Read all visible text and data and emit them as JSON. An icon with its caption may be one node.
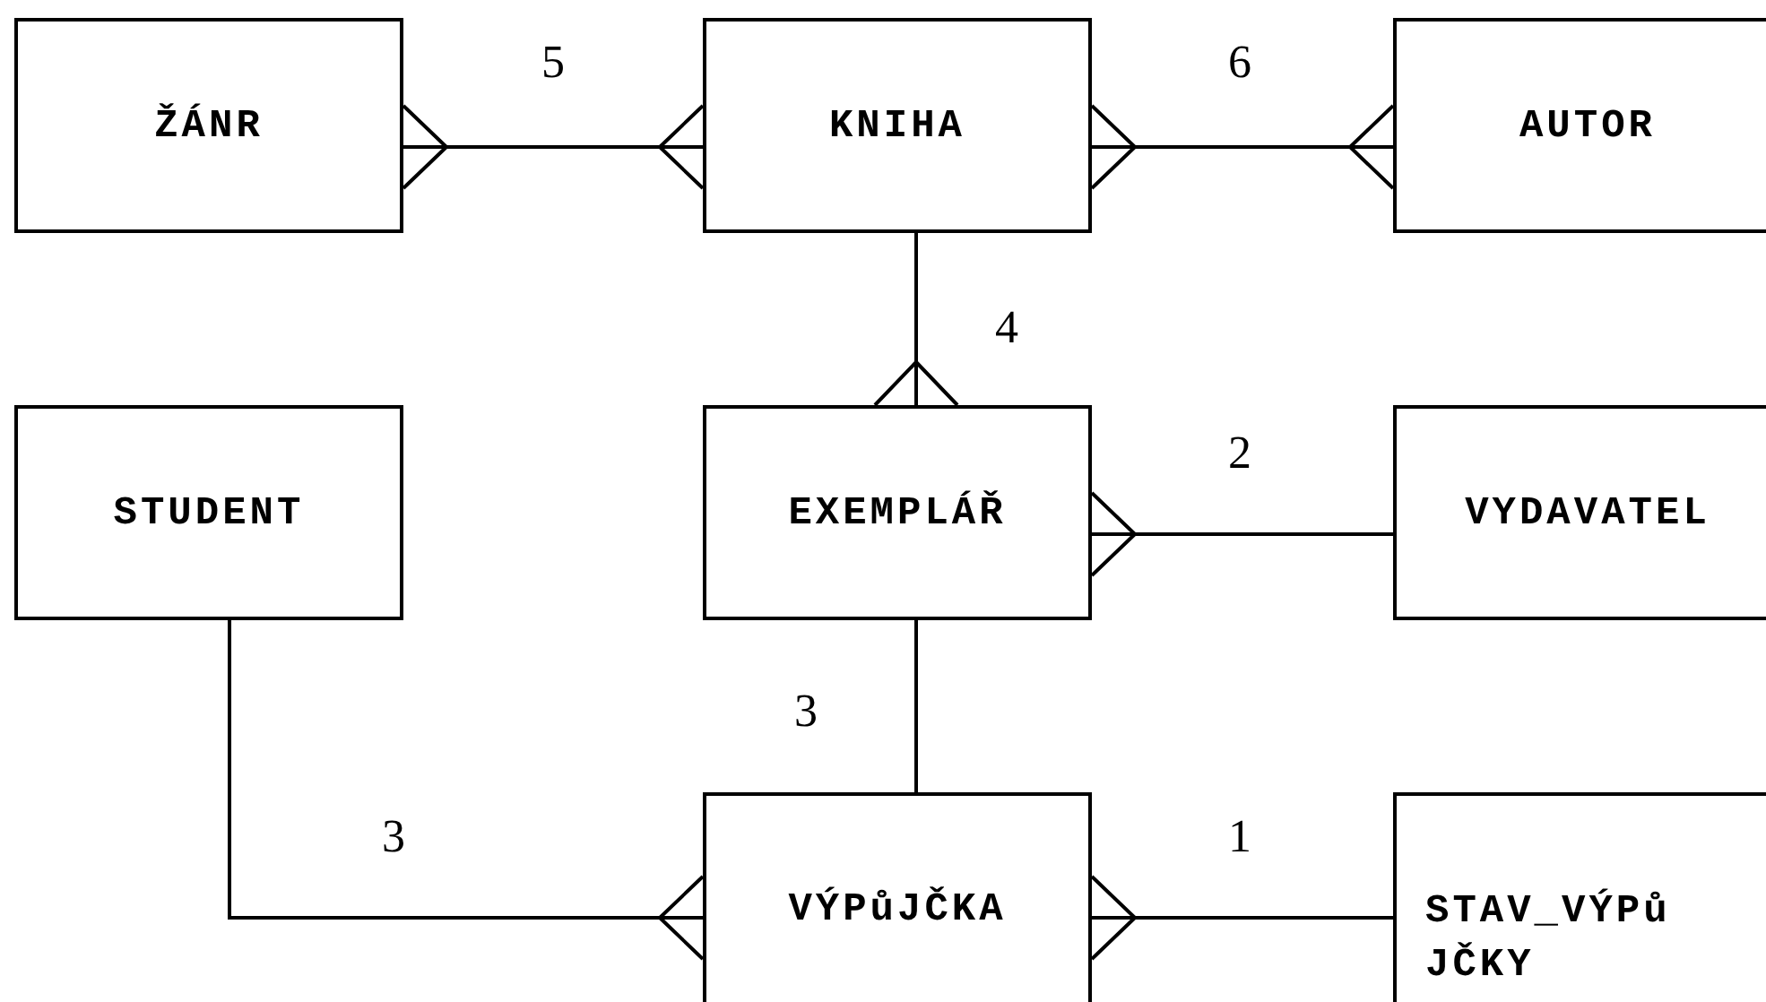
{
  "diagram": {
    "nodes": [
      {
        "text": [
          "ŽÁNR"
        ]
      },
      {
        "text": [
          "KNIHA"
        ]
      },
      {
        "text": [
          "AUTOR"
        ]
      },
      {
        "text": [
          "STUDENT"
        ]
      },
      {
        "text": [
          "EXEMPLÁŘ"
        ]
      },
      {
        "text": [
          "VYDAVATEL"
        ]
      },
      {
        "text": [
          "VÝPůJČKA"
        ]
      },
      {
        "text": [
          "STAV_VÝPůJČKY"
        ]
      }
    ],
    "edges": [
      {
        "from": 0,
        "to": 1,
        "arrow": "other",
        "label": "5"
      },
      {
        "from": 1,
        "to": 2,
        "arrow": "other",
        "label": "6"
      },
      {
        "from": 1,
        "to": 4,
        "arrow": "other",
        "label": "4"
      },
      {
        "from": 5,
        "to": 4,
        "arrow": "other",
        "label": "2"
      },
      {
        "from": 4,
        "to": 6,
        "arrow": "none",
        "label": "3"
      },
      {
        "from": 3,
        "to": 6,
        "arrow": "other",
        "label": "3"
      },
      {
        "from": 7,
        "to": 6,
        "arrow": "other",
        "label": "1"
      }
    ]
  }
}
